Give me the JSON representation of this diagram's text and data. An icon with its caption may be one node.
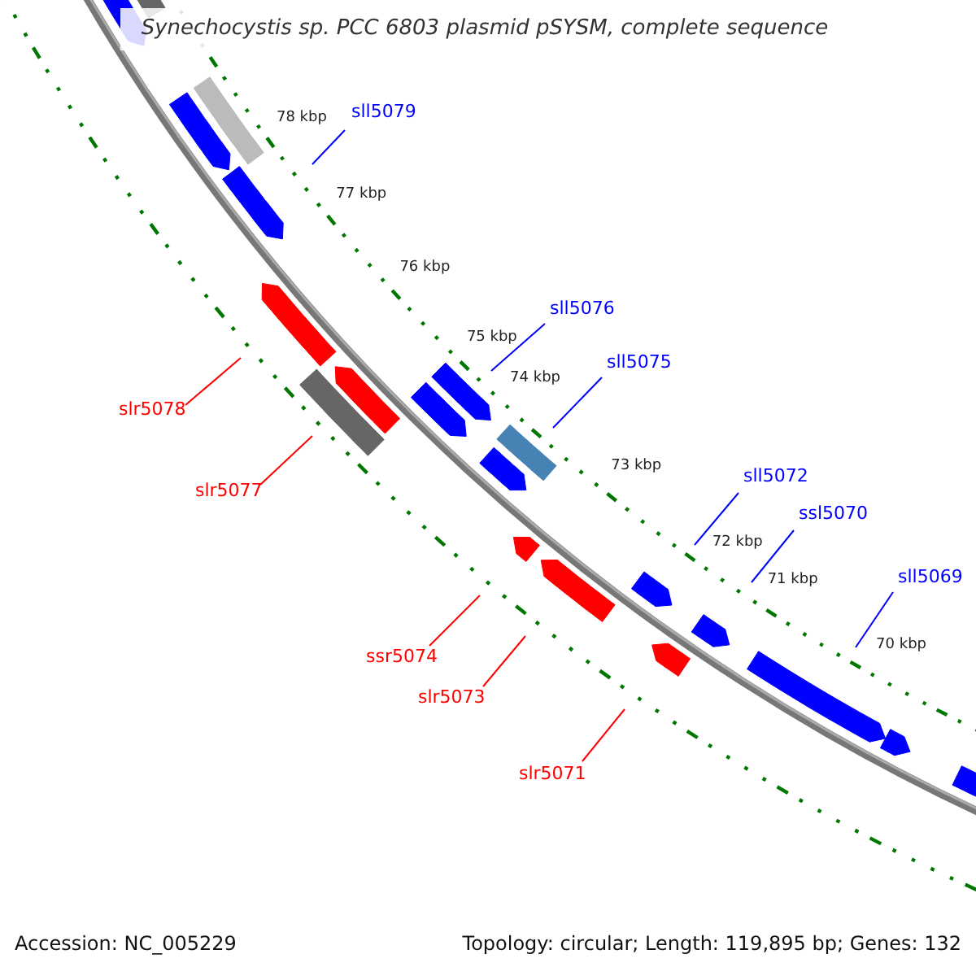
{
  "diagram": {
    "title": "Synechocystis sp. PCC 6803 plasmid pSYSM, complete sequence",
    "nodes": [
      {
        "text": [
          "sll5079"
        ]
      },
      {
        "text": [
          "sll5076"
        ]
      },
      {
        "text": [
          "sll5075"
        ]
      },
      {
        "text": [
          "slr5078"
        ]
      },
      {
        "text": [
          "sll5072"
        ]
      },
      {
        "text": [
          "slr5077"
        ]
      },
      {
        "text": [
          "ssl5070"
        ]
      },
      {
        "text": [
          "sll5069"
        ]
      },
      {
        "text": [
          "ssr5074"
        ]
      },
      {
        "text": [
          "slr5073"
        ]
      },
      {
        "text": [
          "slr5071"
        ]
      }
    ],
    "edges": [
      {
        "from": 0,
        "to": null,
        "arrow": "none"
      },
      {
        "from": 1,
        "to": null,
        "arrow": "none"
      },
      {
        "from": 2,
        "to": null,
        "arrow": "none"
      },
      {
        "from": 3,
        "to": null,
        "arrow": "none",
        "color": "#ff0000"
      },
      {
        "from": 4,
        "to": null,
        "arrow": "none"
      },
      {
        "from": 5,
        "to": null,
        "arrow": "none",
        "color": "#ff0000"
      },
      {
        "from": 6,
        "to": null,
        "arrow": "none"
      },
      {
        "from": 7,
        "to": null,
        "arrow": "none"
      },
      {
        "from": 8,
        "to": null,
        "arrow": "none",
        "color": "#ff0000"
      },
      {
        "from": 9,
        "to": null,
        "arrow": "none",
        "color": "#ff0000"
      },
      {
        "from": 10,
        "to": null,
        "arrow": "none",
        "color": "#ff0000"
      }
    ],
    "labels": [
      "78 kbp",
      "77 kbp",
      "76 kbp",
      "75 kbp",
      "74 kbp",
      "73 kbp",
      "72 kbp",
      "71 kbp",
      "70 kbp",
      "Accession: NC_005229",
      "Topology: circular; Length: 119,895 bp; Genes: 132"
    ]
  }
}
